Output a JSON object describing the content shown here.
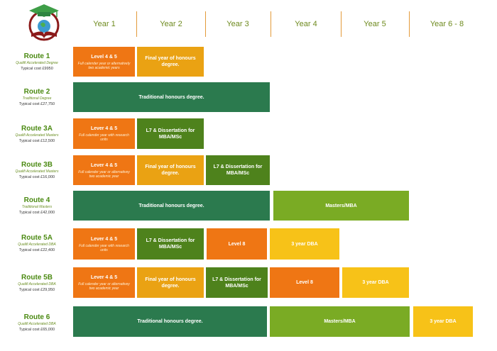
{
  "colors": {
    "orange": "#ef7614",
    "amber": "#eaa213",
    "dark_green": "#2b7a4e",
    "mid_green": "#4e821c",
    "light_green": "#7aab24",
    "yellow": "#f7c218",
    "header_text": "#6e8a1e",
    "route_title": "#4b8a12"
  },
  "logo": {
    "icon": "graduation-cap-book-globe-icon"
  },
  "years": [
    "Year 1",
    "Year 2",
    "Year 3",
    "Year  4",
    "Year  5",
    "Year  6 - 8"
  ],
  "routes": [
    {
      "name": "Route 1",
      "subtitle": "Qualifi Accelerated Degree",
      "cost": "Typical cost  £9950",
      "blocks": [
        {
          "label": "Level 4 & 5",
          "note": "Full calender year or alternatively two academic years"
        },
        {
          "label": "Final year of honours degree.",
          "note": ""
        }
      ]
    },
    {
      "name": "Route 2",
      "subtitle": "Traditional Degree",
      "cost": "Typical cost  £27,750",
      "blocks": [
        {
          "label": "Traditional honours degree.",
          "note": ""
        }
      ]
    },
    {
      "name": "Route 3A",
      "subtitle": "Qualifi Accelerated Masters",
      "cost": "Typical cost  £12,500",
      "blocks": [
        {
          "label": "Lever 4 & 5",
          "note": "Full calender year with research units"
        },
        {
          "label": "L7 & Dissertation for MBA/MSc",
          "note": ""
        }
      ]
    },
    {
      "name": "Route 3B",
      "subtitle": "Qualifi Accelerated Masters",
      "cost": "Typical cost  £16,000",
      "blocks": [
        {
          "label": "Lever 4 & 5",
          "note": "Full calender year or alternativey two academic year"
        },
        {
          "label": "Final year of honours degree.",
          "note": ""
        },
        {
          "label": "L7 & Dissertation for MBA/MSc",
          "note": ""
        }
      ]
    },
    {
      "name": "Route 4",
      "subtitle": "Traditional Masters",
      "cost": "Typical cost  £42,000",
      "blocks": [
        {
          "label": "Traditional honours degree.",
          "note": ""
        },
        {
          "label": "Masters/MBA",
          "note": ""
        }
      ]
    },
    {
      "name": "Route 5A",
      "subtitle": "Qualifi Accelerated DBA",
      "cost": "Typical cost  £22,400",
      "blocks": [
        {
          "label": "Lever 4 & 5",
          "note": "Full calender year with research units"
        },
        {
          "label": "L7 & Dissertation for MBA/MSc",
          "note": ""
        },
        {
          "label": "Level 8",
          "note": ""
        },
        {
          "label": "3 year DBA",
          "note": ""
        }
      ]
    },
    {
      "name": "Route 5B",
      "subtitle": "Qualifi Accelerated DBA",
      "cost": "Typical cost  £29,950",
      "blocks": [
        {
          "label": "Lever 4 & 5",
          "note": "Full calender year or alternativey two academic year"
        },
        {
          "label": "Final year of honours degree.",
          "note": ""
        },
        {
          "label": "L7 & Dissertation for MBA/MSc",
          "note": ""
        },
        {
          "label": "Level 8",
          "note": ""
        },
        {
          "label": "3 year DBA",
          "note": ""
        }
      ]
    },
    {
      "name": "Route 6",
      "subtitle": "Qualifi Accelerated DBA",
      "cost": "Typical cost  £65,000",
      "blocks": [
        {
          "label": "Traditional honours degree.",
          "note": ""
        },
        {
          "label": "Masters/MBA",
          "note": ""
        },
        {
          "label": "3 year DBA",
          "note": ""
        }
      ]
    }
  ]
}
